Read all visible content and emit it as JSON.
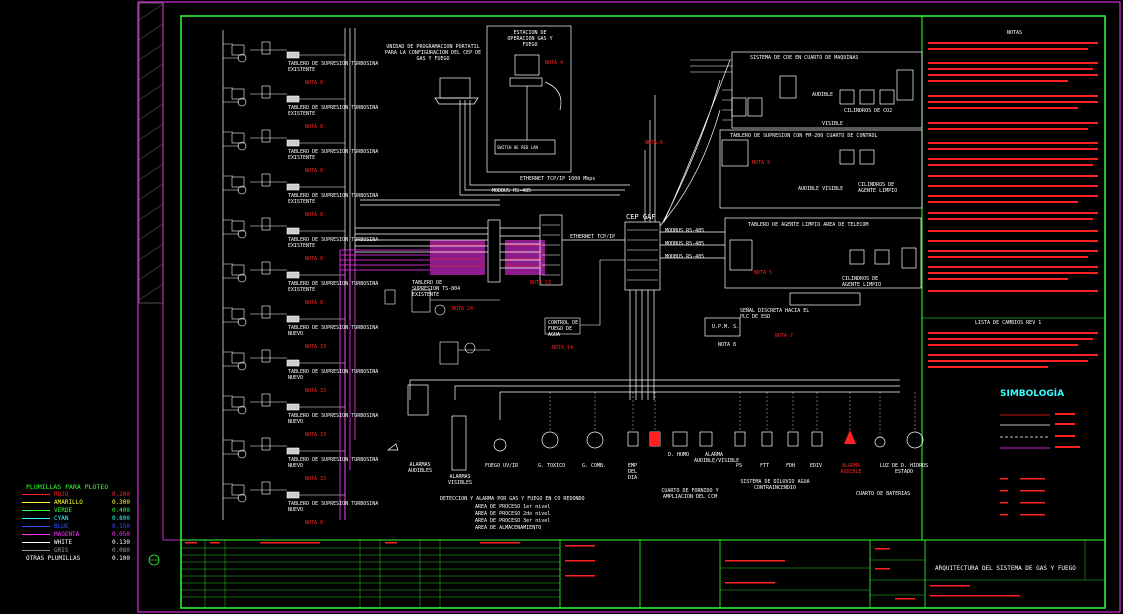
{
  "plot_legend": {
    "title": "PLUMILLAS PARA PLOTEO",
    "items": [
      {
        "name": "ROJO",
        "weight": "0.200",
        "color": "#ff2020"
      },
      {
        "name": "AMARILLO",
        "weight": "0.300",
        "color": "#ffff33"
      },
      {
        "name": "VERDE",
        "weight": "0.400",
        "color": "#33ff33"
      },
      {
        "name": "CYAN",
        "weight": "0.800",
        "color": "#33ffff"
      },
      {
        "name": "BLUE",
        "weight": "0.150",
        "color": "#3355ff"
      },
      {
        "name": "MAGENTA",
        "weight": "0.050",
        "color": "#ff33ff"
      },
      {
        "name": "WHITE",
        "weight": "0.130",
        "color": "#ffffff"
      },
      {
        "name": "GRIS",
        "weight": "0.080",
        "color": "#999999"
      }
    ],
    "other_label": "OTRAS PLUMILLAS",
    "other_weight": "0.100"
  },
  "stations": {
    "tablero_label": "TABLERO DE SUPRESION TURBOSINA",
    "existente": "EXISTENTE",
    "nuevo": "NUEVO",
    "notes": [
      "NOTA 8",
      "NOTA 8",
      "NOTA 8",
      "NOTA 8",
      "NOTA 8",
      "NOTA 8",
      "NOTA 33",
      "NOTA 33",
      "NOTA 33",
      "NOTA 33",
      "NOTA 8"
    ]
  },
  "top": {
    "portable_label": "UNIDAD DE PROGRAMACION PORTATIL PARA LA CONFIGURACION DEL CEP DE GAS Y FUEGO",
    "station_label": "ESTACION DE OPERACION GAS Y FUEGO",
    "nota4": "NOTA 4",
    "switch_label": "SWITCH 8E RED LAN",
    "nota6": "NOTA 6",
    "ethernet_label": "ETHERNET TCP/IP 1000 Mbps",
    "modbus_label": "MODBUS RS-485",
    "cep_label": "CEP GAF"
  },
  "panels": {
    "cde_title": "SISTEMA DE CDE EN CUARTO DE MAQUINAS",
    "audible": "AUDIBLE",
    "visible": "VISIBLE",
    "cilindros": "CILINDROS DE CO2",
    "supresion_title": "TABLERO DE SUPRESION CON FM-200 CUARTO DE CONTROL",
    "nota9": "NOTA 9",
    "audible_visible": "AUDIBLE VISIBLE",
    "cilindros_agente": "CILINDROS DE AGENTE LIMPIO",
    "agente_title": "TABLERO DE AGENTE LIMPIO AREA DE TELECOM",
    "nota5": "NOTA 5",
    "rs485_a": "MODBUS RS-485",
    "rs485_b": "MODBUS RS-485",
    "rs485_c": "MODBUS RS-485",
    "senal": "SEÑAL DISCRETA HACIA EL PLC DE ESD",
    "nota7": "NOTA 7",
    "lpm": "U.P.M. S.",
    "nota8": "NOTA 8",
    "ethernet_tcp": "ETHERNET TCP/IP",
    "nota13": "NOTA 13",
    "control_label": "CONTROL DE FUEGO DE AGUA",
    "nota14": "NOTA 14",
    "nota24": "NOTA 24",
    "tablero_sup": "TABLERO DE SUPRESION TS-804 EXISTENTE"
  },
  "devices": {
    "alarmas_audibles": "ALARMAS AUDIBLES",
    "alarmas_visibles": "ALARMAS VISIBLES",
    "fuego": "FUEGO UV/IR",
    "g_toxico": "G. TOXICO",
    "g_comb": "G. COMB.",
    "emp": "EMP DEL DIA",
    "d_humo": "D. HUMO",
    "alarma_av": "ALARMA AUDIBLE/VISIBLE",
    "ps": "PS",
    "ftt": "FTT",
    "fdh": "FDH",
    "ediv": "EDIV",
    "alarma_audible": "ALARMA AUDIBLE",
    "luz": "LUZ DE D. HIDROS ESTADO"
  },
  "bottom_captions": {
    "deteccion": "DETECCION Y ALARMA POR GAS Y FUEGO EN CO REDONDO",
    "areas": [
      "AREA DE PROCESO 1er nivel",
      "AREA DE PROCESO 2do nivel",
      "AREA DE PROCESO 3er nivel",
      "AREA DE ALMACENAMIENTO"
    ],
    "cuarto_fornido": "CUARTO DE FORNIDO Y AMPLIACION DEL CCM",
    "sistema_diluvio": "SISTEMA DE DILUVIO AGUA CONTRAINCENDIO",
    "cuarto_baterias": "CUARTO DE BATERIAS"
  },
  "notes": {
    "title": "NOTAS",
    "revision_title": "LISTA DE CAMBIOS REV 1",
    "simbologia": "SIMBOLOGÍA"
  },
  "title_block": {
    "drawing_title": "ARQUITECTURA DEL SISTEMA DE GAS Y FUEGO"
  }
}
